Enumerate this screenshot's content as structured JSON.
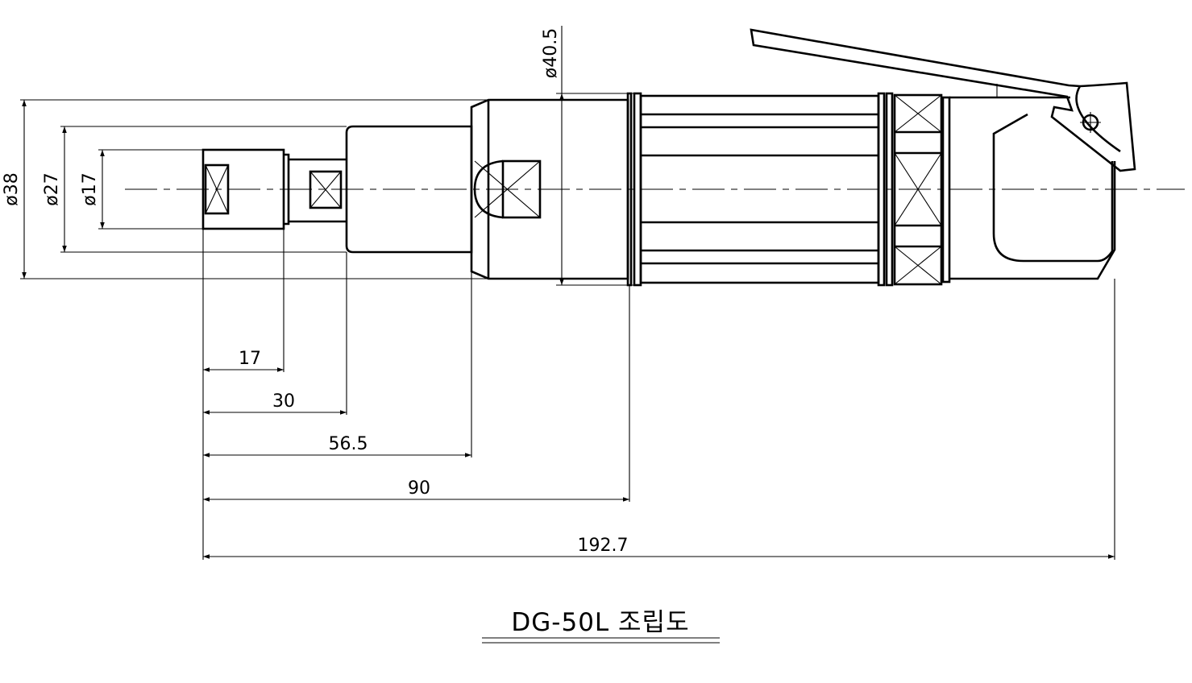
{
  "drawing": {
    "title": "DG-50L 조립도",
    "diameters": {
      "d38": "ø38",
      "d27": "ø27",
      "d17": "ø17",
      "d40_5": "ø40.5"
    },
    "lengths": {
      "l17": "17",
      "l30": "30",
      "l56_5": "56.5",
      "l90": "90",
      "l192_7": "192.7"
    }
  }
}
